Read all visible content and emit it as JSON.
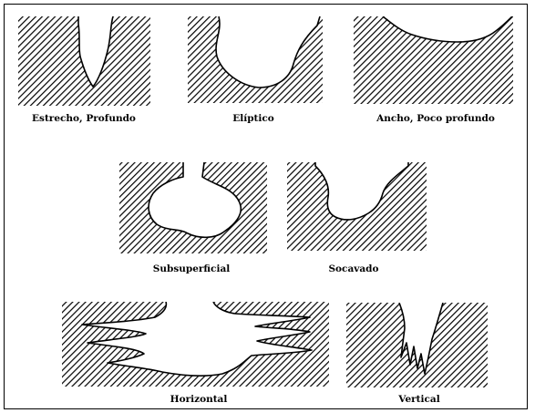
{
  "diagram": {
    "panels": [
      {
        "id": "estrecho",
        "label": "Estrecho, Profundo"
      },
      {
        "id": "eliptico",
        "label": "Elíptico"
      },
      {
        "id": "ancho",
        "label": "Ancho, Poco profundo"
      },
      {
        "id": "subsuperficial",
        "label": "Subsuperficial"
      },
      {
        "id": "socavado",
        "label": "Socavado"
      },
      {
        "id": "horizontal",
        "label": "Horizontal"
      },
      {
        "id": "vertical",
        "label": "Vertical"
      }
    ],
    "colors": {
      "ink": "#000000",
      "paper": "#ffffff"
    }
  }
}
